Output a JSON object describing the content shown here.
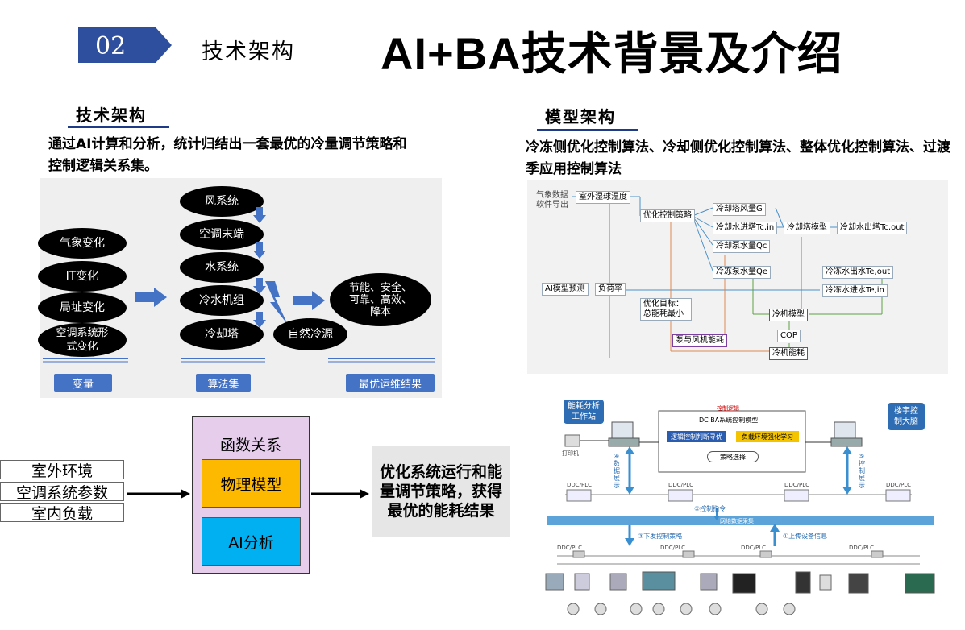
{
  "header": {
    "section_number": "02",
    "section_name": "技术架构",
    "title": "AI+BA技术背景及介绍"
  },
  "left": {
    "heading": "技术架构",
    "description": "通过AI计算和分析，统计归结出一套最优的冷量调节策略和控制逻辑关系集。",
    "variables": [
      "气象变化",
      "IT变化",
      "局址变化",
      "空调系统形式变化"
    ],
    "systems": [
      "风系统",
      "空调末端",
      "水系统",
      "冷水机组",
      "冷却塔"
    ],
    "natural_source": "自然冷源",
    "goals": "节能、安全、可靠、高效、降本",
    "banners": [
      "变量",
      "算法集",
      "最优运维结果"
    ]
  },
  "function": {
    "inputs": [
      "室外环境",
      "空调系统参数",
      "室内负载"
    ],
    "title": "函数关系",
    "physical": "物理模型",
    "ai": "AI分析",
    "result": "优化系统运行和能量调节策略，获得最优的能耗结果"
  },
  "right": {
    "heading": "模型架构",
    "description": "冷冻侧优化控制算法、冷却侧优化控制算法、整体优化控制算法、过渡季应用控制算法"
  },
  "model": {
    "weather": "气象数据软件导出",
    "wet_bulb": "室外湿球温度",
    "ai_predict": "AI模型预测",
    "load_rate": "负荷率",
    "strategy": "优化控制策略",
    "tower_air": "冷却塔风量G",
    "tower_in": "冷却水进塔Tc,in",
    "pump_qc": "冷却泵水量Qc",
    "tower_model": "冷却塔模型",
    "tower_out": "冷却水出塔Tc,out",
    "pump_qe": "冷冻泵水量Qe",
    "chw_out": "冷冻水出水Te,out",
    "chw_in": "冷冻水进水Te,in",
    "goal": "优化目标：总能耗最小",
    "chiller_model": "冷机模型",
    "cop": "COP",
    "pump_fan": "泵与风机能耗",
    "chiller_energy": "冷机能耗"
  },
  "system": {
    "left_callout": "能耗分析工作站",
    "right_callout": "楼宇控制大脑",
    "printer": "打印机",
    "control_logic": "控制逻辑",
    "model_title": "DC BA系统控制模型",
    "logic_judge": "逻辑控制判断寻优",
    "load_learning": "负载环境强化学习",
    "policy_select": "策略选择",
    "left_side": "④数据展示",
    "right_side": "⑤控制展示",
    "control_cmd": "②控制指令",
    "network": "网络数据采集",
    "down_cmd": "③下发控制策略",
    "up_info": "①上传设备信息",
    "ddc": "DDC/PLC"
  }
}
